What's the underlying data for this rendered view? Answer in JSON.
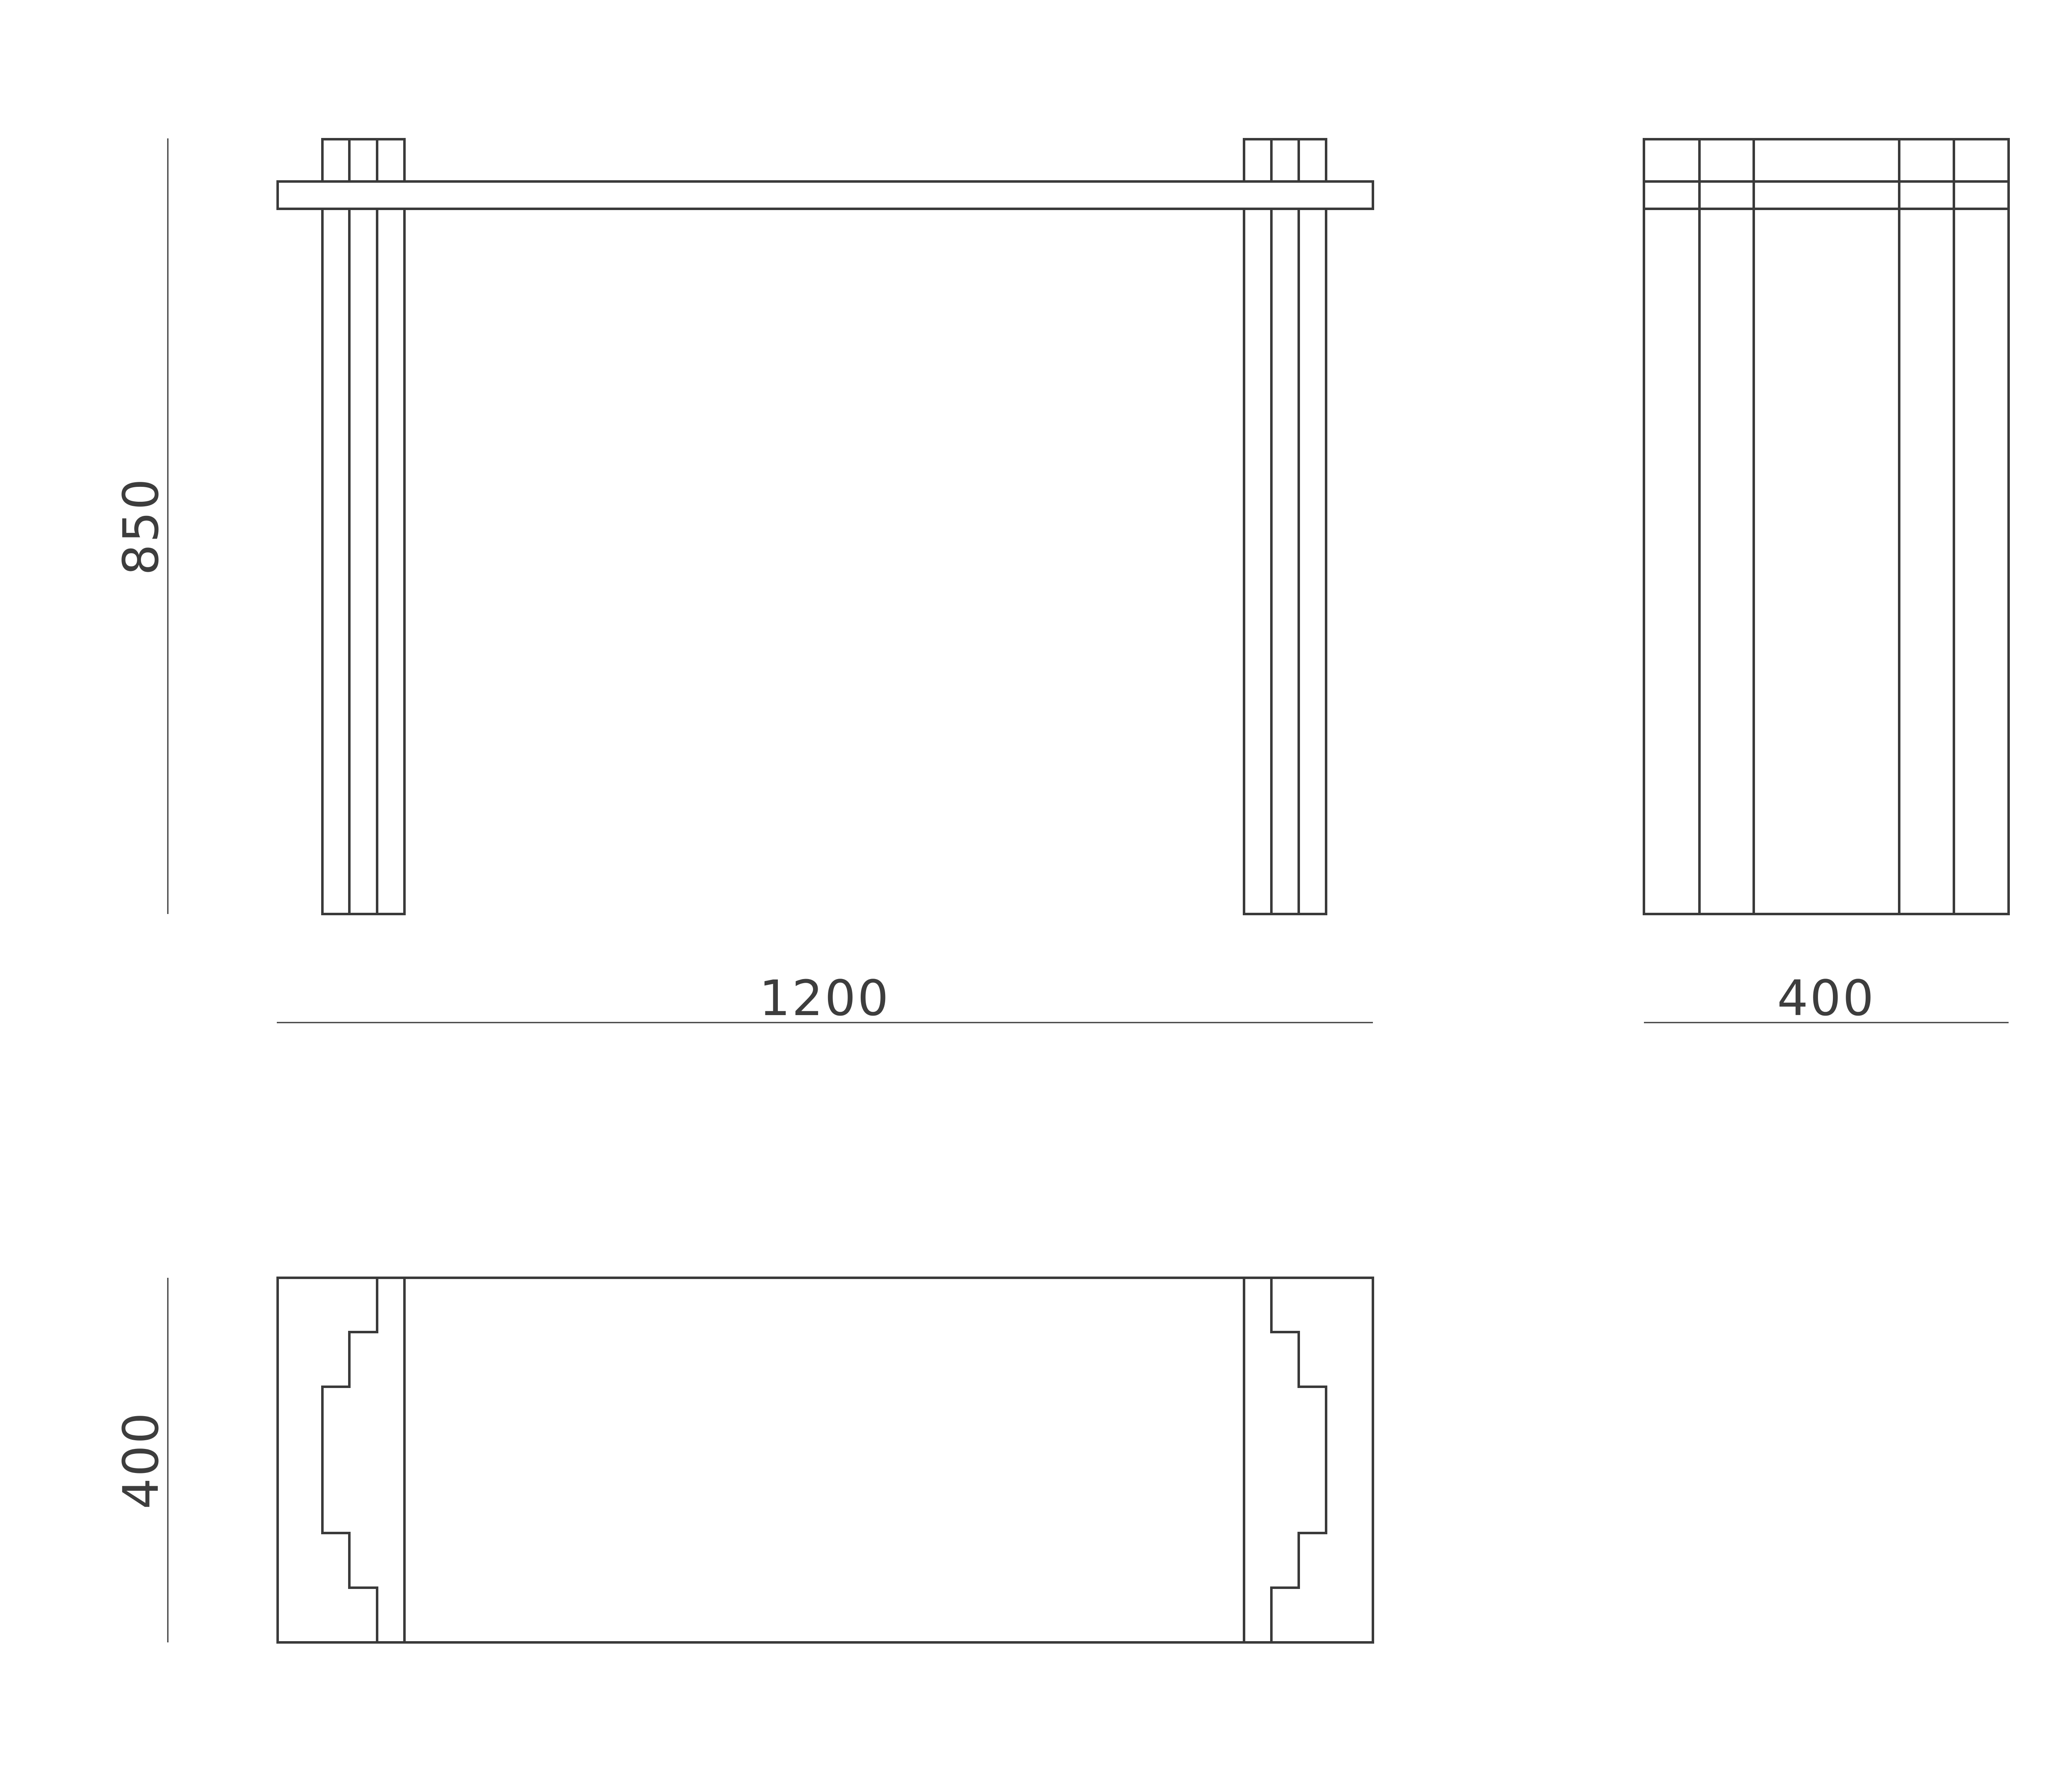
{
  "dimensions": {
    "height": "850",
    "width": "1200",
    "side_depth": "400",
    "plan_depth": "400"
  },
  "colors": {
    "line": "#3a3a3a",
    "text": "#3d3d3d",
    "background": "#ffffff"
  }
}
